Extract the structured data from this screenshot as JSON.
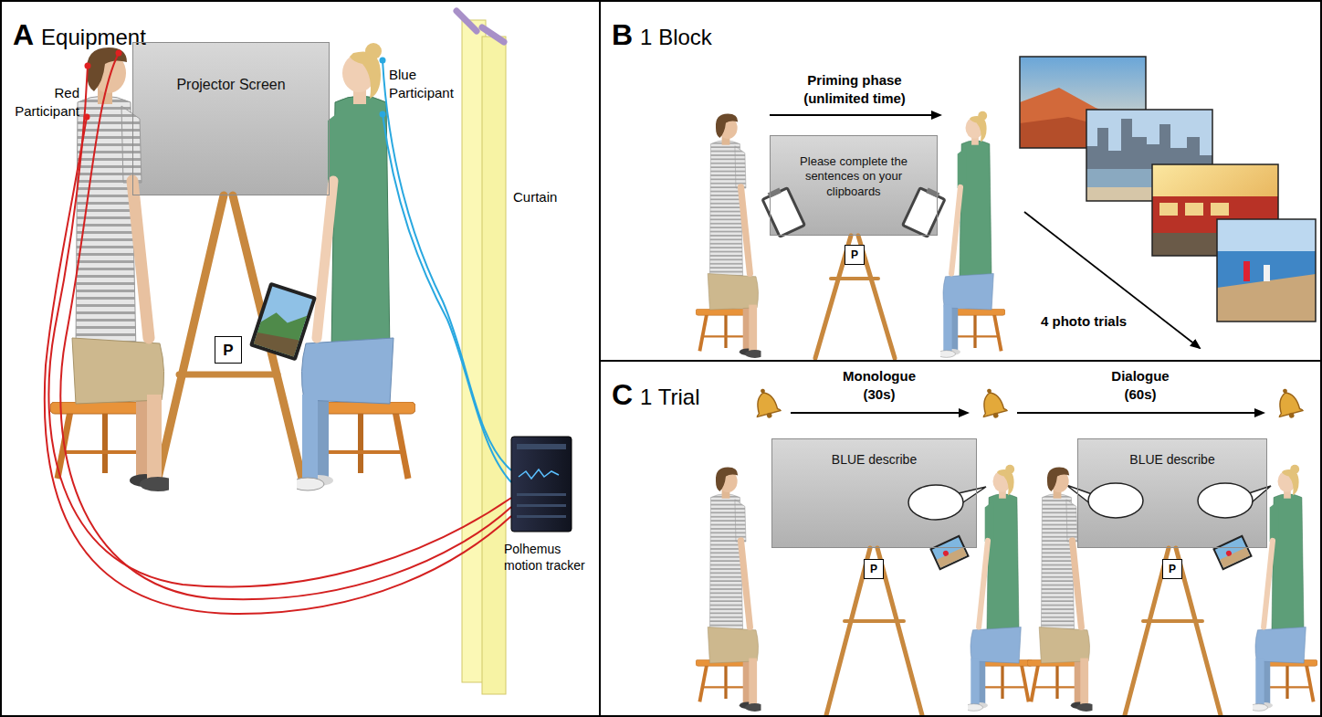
{
  "diagram": {
    "nodes": [
      {
        "text": [
          "A",
          "Equipment"
        ]
      },
      {
        "text": [
          "Projector Screen"
        ],
        "in": 0
      },
      {
        "text": [
          "P"
        ],
        "in": 0
      },
      {
        "text": [
          "B",
          "1 Block"
        ]
      },
      {
        "text": [
          "Please complete the sentences on your clipboards"
        ],
        "in": 3
      },
      {
        "text": [
          "P"
        ],
        "in": 3
      },
      {
        "text": [
          "C",
          "1 Trial"
        ]
      },
      {
        "text": [
          "BLUE describe"
        ],
        "in": 6
      },
      {
        "text": [
          "P"
        ],
        "in": 6
      },
      {
        "text": [
          "BLUE describe"
        ],
        "in": 6
      },
      {
        "text": [
          "P"
        ],
        "in": 6
      }
    ],
    "labels": [
      "Red Participant",
      "Blue Participant",
      "Curtain",
      "Polhemus motion tracker",
      "Priming phase (unlimited time)",
      "4 photo trials",
      "Monologue (30s)",
      "Dialogue (60s)"
    ]
  }
}
